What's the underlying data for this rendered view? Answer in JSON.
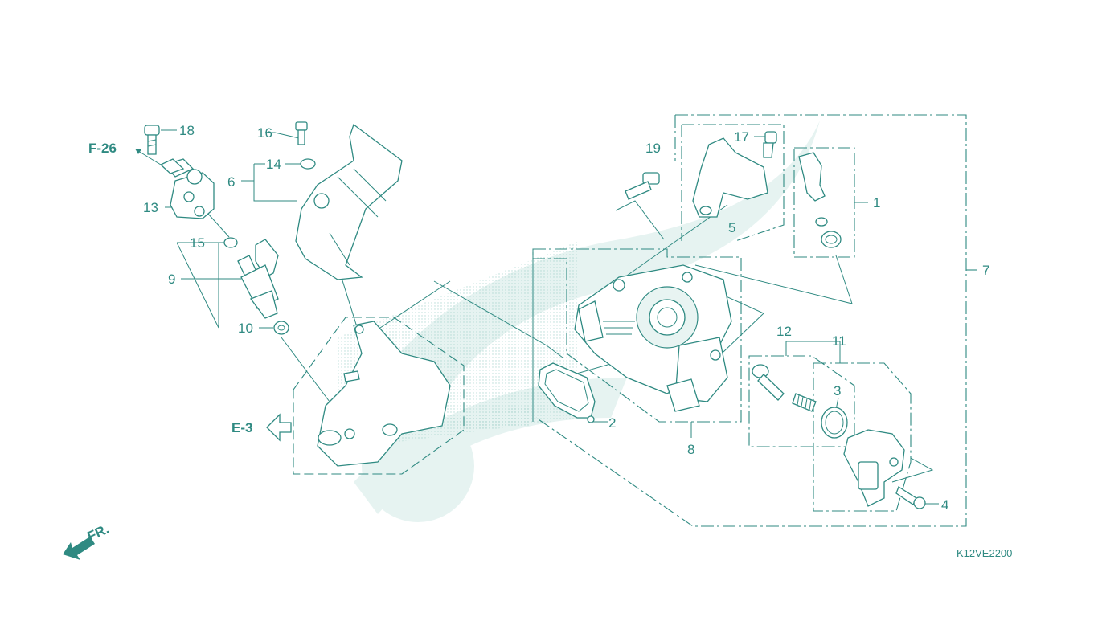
{
  "callouts": {
    "n1": "1",
    "n2": "2",
    "n3": "3",
    "n4": "4",
    "n5": "5",
    "n6": "6",
    "n7": "7",
    "n8": "8",
    "n9": "9",
    "n10": "10",
    "n11": "11",
    "n12": "12",
    "n13": "13",
    "n14": "14",
    "n15": "15",
    "n16": "16",
    "n17": "17",
    "n18": "18",
    "n19": "19"
  },
  "references": {
    "f26": "F-26",
    "e3": "E-3",
    "front": "FR."
  },
  "diagram_code": "K12VE2200",
  "colors": {
    "ink": "#2f8a82",
    "watermark": "#e6f3f1",
    "background": "#ffffff"
  },
  "icons": {
    "front_arrow": "arrow-down-left-icon",
    "e3_arrow": "outline-arrow-left-icon"
  }
}
